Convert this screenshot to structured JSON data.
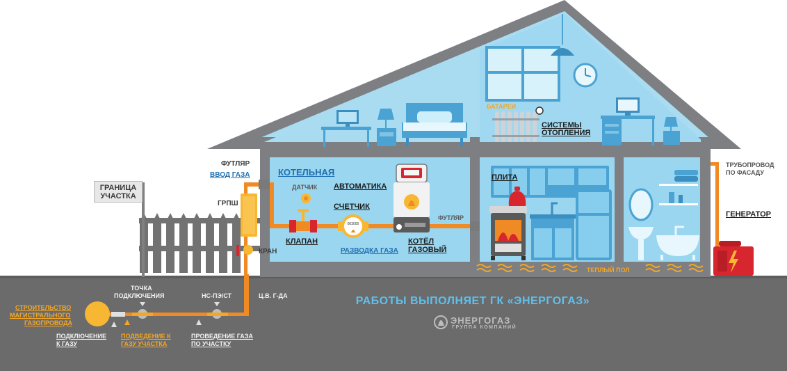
{
  "labels": {
    "granitsa": "ГРАНИЦА\nУЧАСТКА",
    "futlyar_left": "ФУТЛЯР",
    "vvod_gaza": "ВВОД ГАЗА",
    "grpsh": "ГРПШ",
    "kran": "КРАН",
    "kotelnaya": "КОТЕЛЬНАЯ",
    "datchik": "ДАТЧИК",
    "avtomatika": "АВТОМАТИКА",
    "schetchik": "СЧЕТЧИК",
    "klapan": "КЛАПАН",
    "razvodka": "РАЗВОДКА ГАЗА",
    "kotel_1": "КОТЁЛ",
    "kotel_2": "ГАЗОВЫЙ",
    "futlyar_right": "ФУТЛЯР",
    "batarei": "БАТАРЕИ",
    "sistemy_1": "СИСТЕМЫ",
    "sistemy_2": "ОТОПЛЕНИЯ",
    "plita": "ПЛИТА",
    "teply_pol": "ТЕПЛЫЙ ПОЛ",
    "truboprovod_1": "ТРУБОПРОВОД",
    "truboprovod_2": "ПО ФАСАДУ",
    "generator": "ГЕНЕРАТОР",
    "tsv": "Ц.В. Г-ДА",
    "ns_pe": "НС-ПЭ/СТ",
    "tochka_1": "ТОЧКА",
    "tochka_2": "ПОДКЛЮЧЕНИЯ",
    "stroitelstvo_1": "СТРОИТЕЛЬСТВО",
    "stroitelstvo_2": "МАГИСТРАЛЬНОГО",
    "stroitelstvo_3": "ГАЗОПРОВОДА",
    "podkl_1": "ПОДКЛЮЧЕНИЕ",
    "podkl_2": "К  ГАЗУ",
    "podved_1": "ПОДВЕДЕНИЕ К",
    "podved_2": "ГАЗУ УЧАСТКА",
    "proved_1": "ПРОВЕДЕНИЕ ГАЗА",
    "proved_2": "ПО УЧАСТКУ",
    "works": "РАБОТЫ ВЫПОЛНЯЕТ ГК «ЭНЕРГОГАЗ»",
    "logo_name": "ЭНЕРГОГАЗ",
    "logo_sub": "ГРУППА КОМПАНИЙ",
    "meter_digits": "003000"
  },
  "colors": {
    "ground": "#6b6b6b",
    "house_frame": "#7d7f82",
    "room_light": "#a9dcf1",
    "room_mid": "#8fd0ec",
    "pipe": "#f08a24",
    "yellow": "#f7b733",
    "red": "#d8262f",
    "fence": "#6e6e6e",
    "accent_blue": "#1f6fb0",
    "accent_orange": "#f5a623",
    "headline": "#5fc0ee"
  },
  "icons": [
    "house-icon",
    "fence-icon",
    "gas-cabinet-icon",
    "valve-icon",
    "gas-meter-icon",
    "gas-boiler-icon",
    "radiator-icon",
    "stove-icon",
    "kettle-icon",
    "fridge-icon",
    "sink-icon",
    "bathtub-icon",
    "mirror-icon",
    "lamp-icon",
    "bed-icon",
    "desk-icon",
    "window-icon",
    "clock-icon",
    "generator-icon",
    "main-pipe-icon",
    "flame-logo-icon"
  ]
}
